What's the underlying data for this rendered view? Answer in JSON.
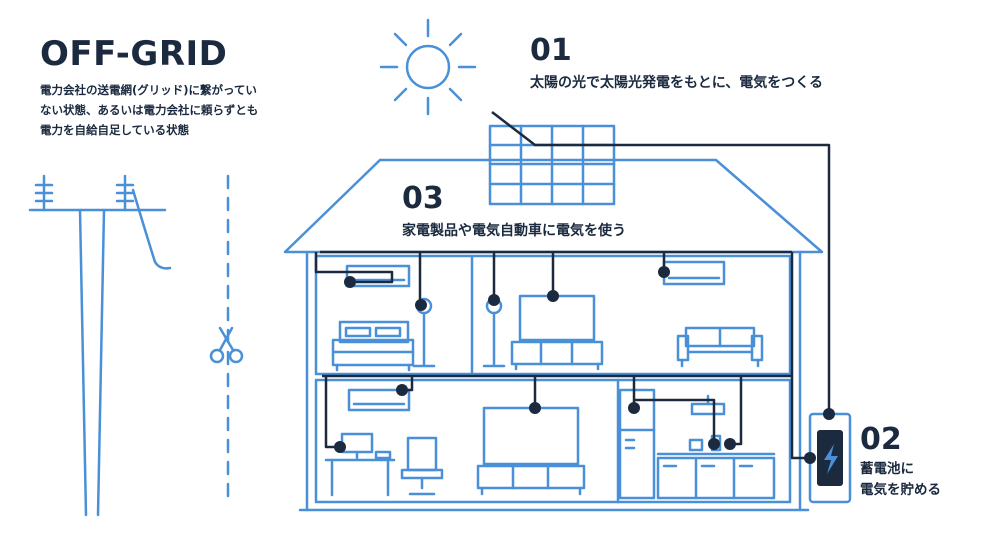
{
  "header": {
    "title": "OFF-GRID",
    "description_lines": [
      "電力会社の送電網(グリッド)に繋がってい",
      "ない状態、あるいは電力会社に頼らずとも",
      "電力を自給自足している状態"
    ]
  },
  "steps": [
    {
      "id": "01",
      "text": "太陽の光で太陽光発電をもとに、電気をつくる"
    },
    {
      "id": "02",
      "text_lines": [
        "蓄電池に",
        "電気を貯める"
      ]
    },
    {
      "id": "03",
      "text": "家電製品や電気自動車に電気を使う"
    }
  ],
  "icons": [
    "sun-icon",
    "solar-panel-icon",
    "utility-pole-icon",
    "scissors-icon",
    "battery-icon",
    "house-icon",
    "bed-icon",
    "floor-lamp-icon",
    "tv-icon",
    "sofa-icon",
    "air-conditioner-icon",
    "desk-icon",
    "office-chair-icon",
    "refrigerator-icon",
    "kitchen-icon"
  ],
  "colors": {
    "line_blue": "#4a90d9",
    "navy": "#1b2a3f",
    "battery_fill": "#1b2a3f",
    "bolt": "#4a90d9"
  }
}
